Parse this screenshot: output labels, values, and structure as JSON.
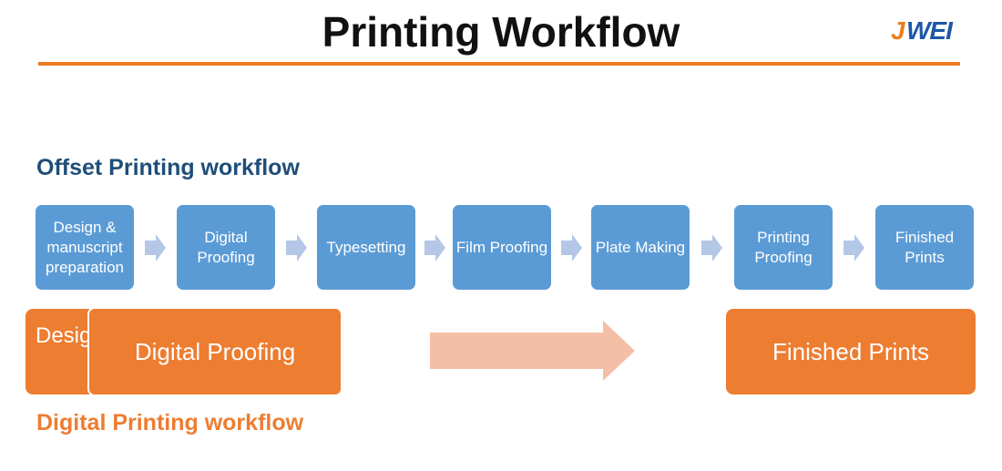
{
  "title": "Printing Workflow",
  "logo": {
    "j": "J",
    "rest": "WEI"
  },
  "offset": {
    "heading": "Offset Printing workflow",
    "steps": [
      "Design & manuscript preparation",
      "Digital Proofing",
      "Typesetting",
      "Film Proofing",
      "Plate Making",
      "Printing Proofing",
      "Finished Prints"
    ]
  },
  "digital": {
    "heading": "Digital Printing workflow",
    "steps": [
      "Design",
      "Digital Proofing",
      "Finished Prints"
    ]
  },
  "colors": {
    "blue": "#5b9bd5",
    "orange": "#ed7d31",
    "heading_blue": "#1f4e79"
  }
}
